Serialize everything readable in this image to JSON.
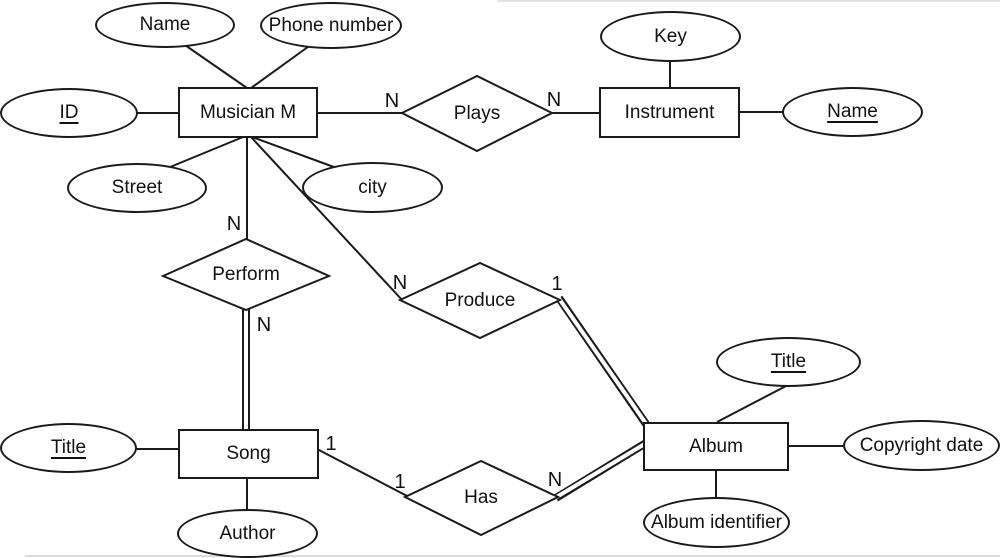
{
  "diagram_type": "entity-relationship-diagram",
  "entities": {
    "musician": "Musician M",
    "instrument": "Instrument",
    "song": "Song",
    "album": "Album"
  },
  "relationships": {
    "plays": "Plays",
    "perform": "Perform",
    "produce": "Produce",
    "has": "Has"
  },
  "attributes": {
    "musician_name": "Name",
    "musician_phone": "Phone number",
    "musician_id": "ID",
    "musician_street": "Street",
    "musician_city": "city",
    "instrument_key": "Key",
    "instrument_name": "Name",
    "album_title": "Title",
    "album_copyright": "Copyright date",
    "album_identifier": "Album identifier",
    "song_title": "Title",
    "song_author": "Author"
  },
  "key_attributes": [
    "musician_id",
    "instrument_name",
    "album_title",
    "song_title"
  ],
  "cardinalities": {
    "musician_plays": "N",
    "plays_instrument": "N",
    "musician_perform": "N",
    "perform_song": "N",
    "musician_produce": "N",
    "produce_album": "1",
    "song_has": "1",
    "has_song": "1",
    "has_album": "N"
  },
  "colors": {
    "stroke": "#1a1a1a",
    "fill": "#ffffff"
  }
}
